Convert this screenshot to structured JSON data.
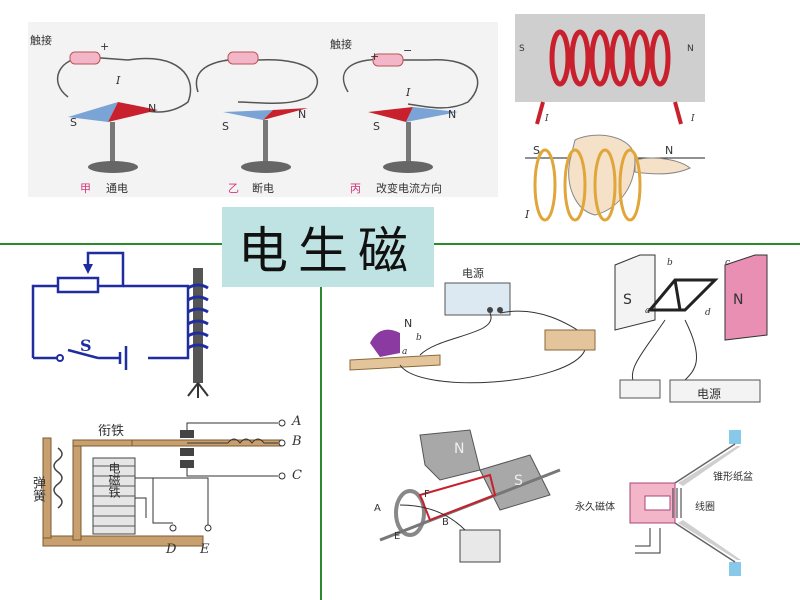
{
  "title": "电生磁",
  "oersted": {
    "jia": "甲",
    "jia_text": "通电",
    "yi": "乙",
    "yi_text": "断电",
    "bing": "丙",
    "bing_text": "改变电流方向",
    "touch1": "触接",
    "touch3": "触接",
    "S": "S",
    "N": "N",
    "I": "I",
    "plus": "+",
    "minus": "−"
  },
  "solenoid_photo": {
    "S": "S",
    "N": "N",
    "I1": "I",
    "I2": "I"
  },
  "right_hand": {
    "S": "S",
    "N": "N",
    "I": "I"
  },
  "electromagnet": {
    "S": "S"
  },
  "relay": {
    "armature": "衔铁",
    "spring": "弹簧",
    "core": "电磁铁",
    "A": "A",
    "B": "B",
    "C": "C",
    "D": "D",
    "E": "E"
  },
  "motor_track": {
    "power": "电源",
    "N": "N",
    "a": "a",
    "b": "b"
  },
  "coil_magnet": {
    "S": "S",
    "N": "N",
    "a": "a",
    "b": "b",
    "c": "c",
    "d": "d",
    "power": "电源"
  },
  "generator": {
    "N": "N",
    "S": "S",
    "A": "A",
    "B": "B",
    "E": "E",
    "F": "F"
  },
  "speaker": {
    "cone": "锥形纸盆",
    "magnet": "永久磁体",
    "coil": "线圈"
  },
  "colors": {
    "divider": "#2b8a2b",
    "title_bg": "#bfe3e2",
    "circuit_blue": "#1f2d9e",
    "coil_red": "#c8202c",
    "magnet_pink": "#e88fb3"
  }
}
